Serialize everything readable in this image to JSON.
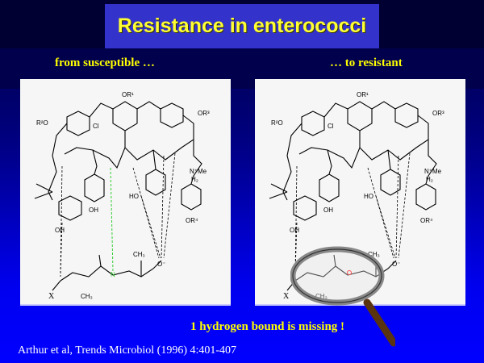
{
  "title": "Resistance in enterococci",
  "left_heading": "from susceptible …",
  "right_heading": "… to resistant",
  "caption": "1 hydrogen bound is missing !",
  "reference": "Arthur et al, Trends Microbiol (1996) 4:401-407",
  "structure_labels": {
    "or1": "OR¹",
    "r2o": "R²O",
    "cl": "Cl",
    "or3": "OR³",
    "or4": "OR⁴",
    "ho": "HO",
    "oh": "OH",
    "oh2": "OH",
    "x": "X",
    "ch3": "CH₃",
    "ch3b": "CH₃",
    "nme": "N⁺Me",
    "h2": "H₂",
    "ominus": "O⁻",
    "nh": "N",
    "h": "H"
  },
  "colors": {
    "hbond_highlight": "#33cc33",
    "ester_oxygen": "#ff0000",
    "accent_text": "#ffff00"
  }
}
